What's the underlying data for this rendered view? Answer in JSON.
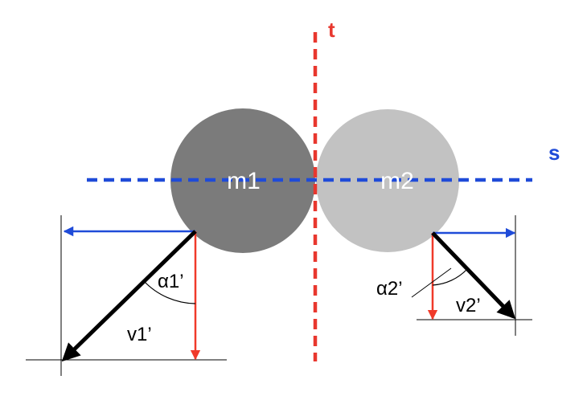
{
  "labels": {
    "axis_t": "t",
    "axis_s": "s",
    "mass1": "m1",
    "mass2": "m2",
    "angle1": "α1’",
    "angle2": "α2’",
    "velocity1": "v1’",
    "velocity2": "v2’"
  },
  "colors": {
    "ball1": "#7b7b7b",
    "ball2": "#c2c2c2",
    "axis_t": "#e8372e",
    "axis_s": "#1f4bd8",
    "velocity_vector": "#000000",
    "component_t": "#f03a2a",
    "component_s": "#1f4bd8",
    "reference_line": "#000000",
    "text": "#000000",
    "mass_label_fill": "#ffffff"
  }
}
